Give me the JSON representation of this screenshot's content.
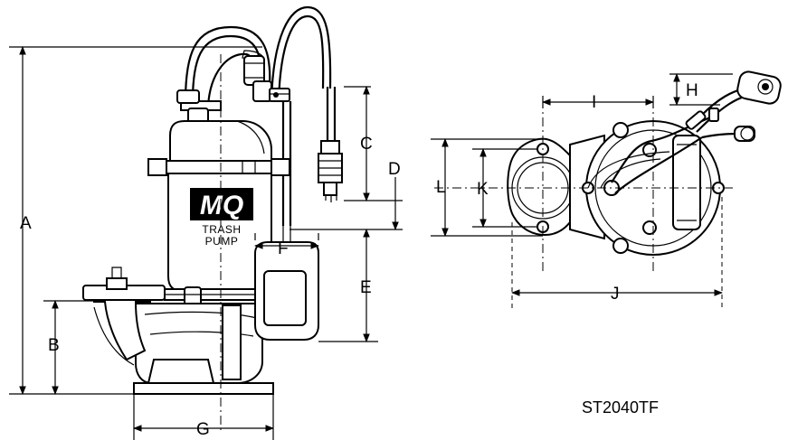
{
  "diagram": {
    "model": "ST2040TF",
    "logo": "MQ",
    "pump_label_line1": "TRASH",
    "pump_label_line2": "PUMP",
    "dimensions": {
      "A": "A",
      "B": "B",
      "C": "C",
      "D": "D",
      "E": "E",
      "F": "F",
      "G": "G",
      "H": "H",
      "I": "I",
      "J": "J",
      "K": "K",
      "L": "L"
    }
  }
}
